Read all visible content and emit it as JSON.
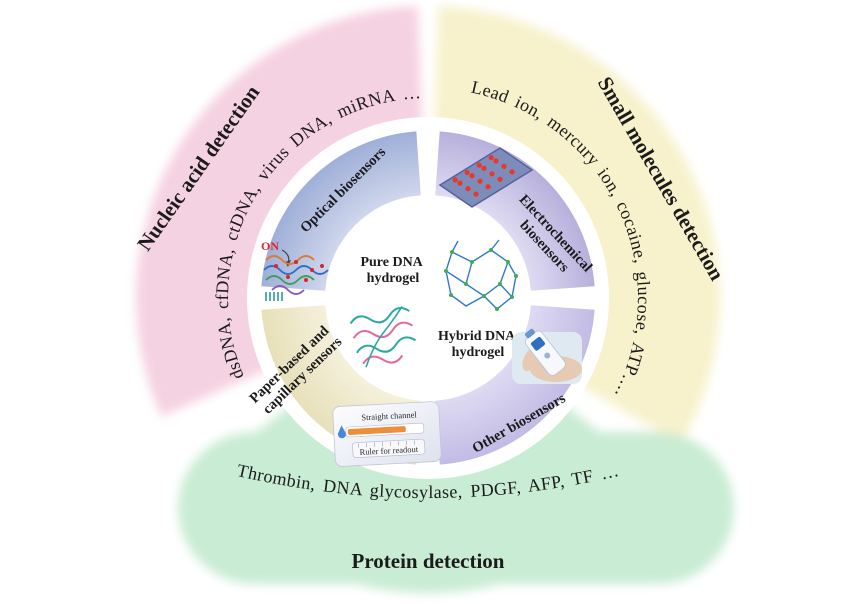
{
  "palette": {
    "nucleic_pink": "#f5d2e1",
    "small_molecules_yellow": "#f7f2cc",
    "protein_green": "#c9ecd4",
    "optical_sector_outer": "#9fafd8",
    "optical_sector_inner": "#cfd6ec",
    "electrochemical_sector_outer": "#b7b0dc",
    "electrochemical_sector_inner": "#dedaf1",
    "paper_sector_outer": "#e8e0ba",
    "paper_sector_inner": "#f4f0da",
    "other_sector_outer": "#c2bbe4",
    "other_sector_inner": "#dedaf2",
    "accent_red": "#d8262a",
    "text_dark": "#1b1b1b"
  },
  "outer_ring": {
    "nucleic": {
      "title": "Nucleic acid detection",
      "items": "dsDNA, cfDNA, ctDNA, virus DNA, miRNA …"
    },
    "small_molecules": {
      "title": "Small molecules detection",
      "items": "Lead ion, mercury ion, cocaine, glucose, ATP…."
    },
    "protein": {
      "title": "Protein detection",
      "items": "Thrombin, DNA glycosylase, PDGF, AFP, TF …"
    }
  },
  "middle_ring": {
    "optical": {
      "label": "Optical biosensors"
    },
    "electrochemical": {
      "line1": "Electrochemical",
      "line2": "biosensors"
    },
    "paper": {
      "line1": "Paper-based and",
      "line2": "capillary sensors"
    },
    "other": {
      "label": "Other biosensors"
    }
  },
  "center": {
    "pure": {
      "line1": "Pure DNA",
      "line2": "hydrogel"
    },
    "hybrid": {
      "line1": "Hybrid DNA",
      "line2": "hydrogel"
    }
  },
  "illustrations": {
    "optical_on": "ON",
    "paper_channel": "Straight channel",
    "paper_ruler": "Ruler for readout"
  }
}
